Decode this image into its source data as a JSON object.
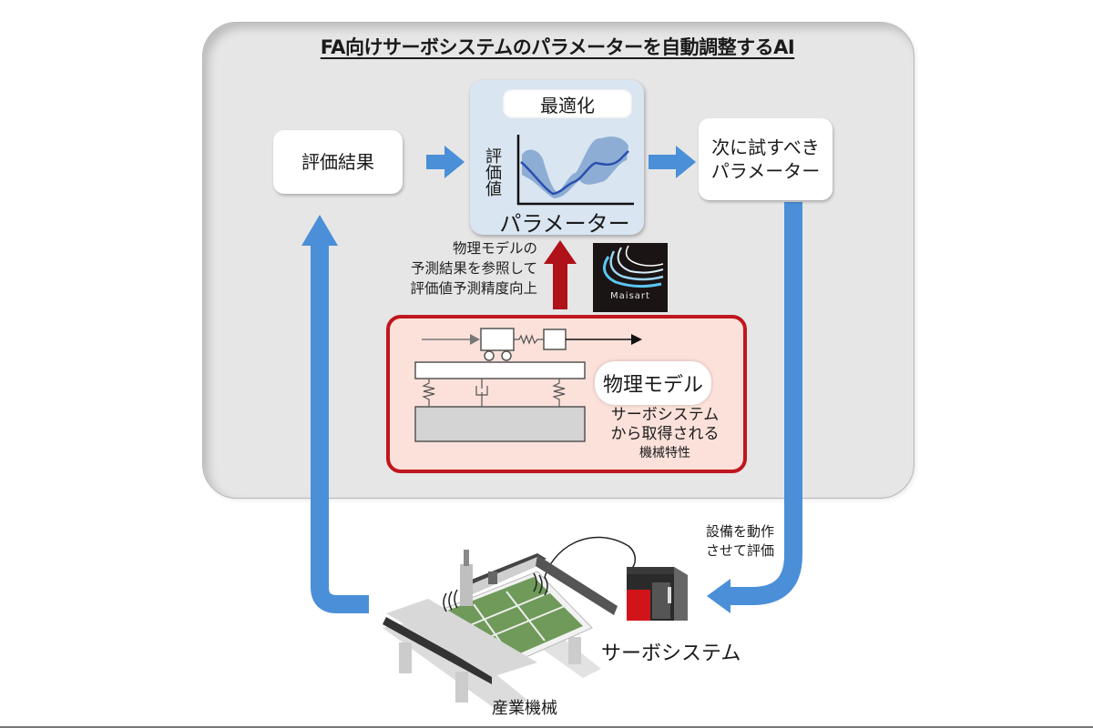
{
  "title": "FA向けサーボシステムのパラメーターを自動調整するAI",
  "nodes": {
    "evaluation_result": "評価結果",
    "optimization": {
      "label": "最適化",
      "y_axis_label": "評価値",
      "x_axis_label": "パラメーター"
    },
    "next_parameters": "次に試すべき\nパラメーター",
    "physics_model": {
      "label": "物理モデル",
      "description_line1": "サーボシステム",
      "description_line2": "から取得される",
      "description_line3": "機械特性"
    },
    "servo_system": "サーボシステム",
    "industrial_machine": "産業機械"
  },
  "annotations": {
    "physics_note": [
      "物理モデルの",
      "予測結果を参照して",
      "評価値予測精度向上"
    ],
    "operation_note": [
      "設備を動作",
      "させて評価"
    ]
  },
  "logo": {
    "name": "maisart-logo",
    "text": "Maisart"
  },
  "colors": {
    "flow_arrow": "#4a8fd8",
    "physics_arrow": "#b0121a",
    "physics_border": "#c0161e",
    "panel_bg": "#e6e6e6",
    "opt_panel_bg": "#d9e5f1"
  }
}
